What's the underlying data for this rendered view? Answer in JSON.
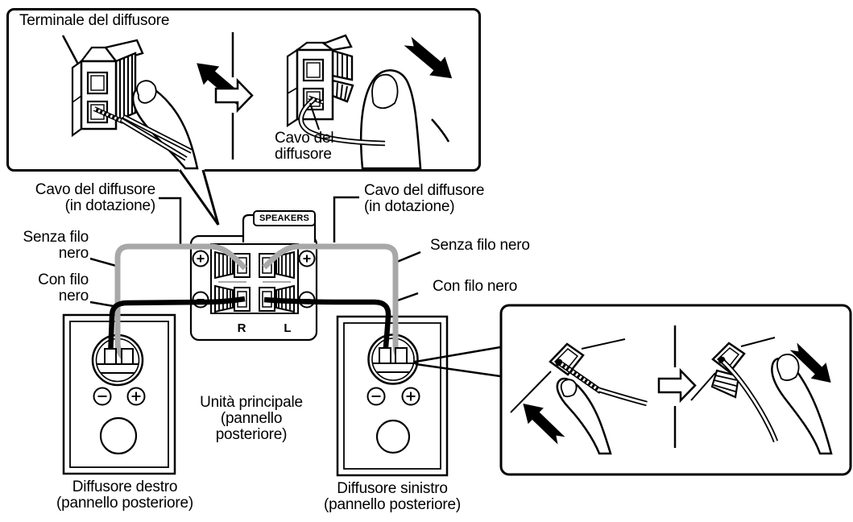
{
  "colors": {
    "background": "#ffffff",
    "ink": "#000000",
    "cable_gray": "#a8a8a8"
  },
  "top_inset": {
    "terminal_label": "Terminale del diffusore",
    "cable_label_line1": "Cavo del",
    "cable_label_line2": "diffusore"
  },
  "left_callouts": {
    "cable_line1": "Cavo del diffusore",
    "cable_line2": "(in dotazione)",
    "no_black_line1": "Senza filo",
    "no_black_line2": "nero",
    "black_line1": "Con filo",
    "black_line2": "nero"
  },
  "right_callouts": {
    "cable_line1": "Cavo del diffusore",
    "cable_line2": "(in dotazione)",
    "no_black": "Senza filo nero",
    "black": "Con filo nero"
  },
  "main_unit_label": {
    "line1": "Unità principale",
    "line2": "(pannello",
    "line3": "posteriore)"
  },
  "panel": {
    "badge": "SPEAKERS",
    "right_channel": "R",
    "left_channel": "L"
  },
  "right_speaker_label": {
    "line1": "Diffusore destro",
    "line2": "(pannello posteriore)"
  },
  "left_speaker_label": {
    "line1": "Diffusore sinistro",
    "line2": "(pannello posteriore)"
  }
}
